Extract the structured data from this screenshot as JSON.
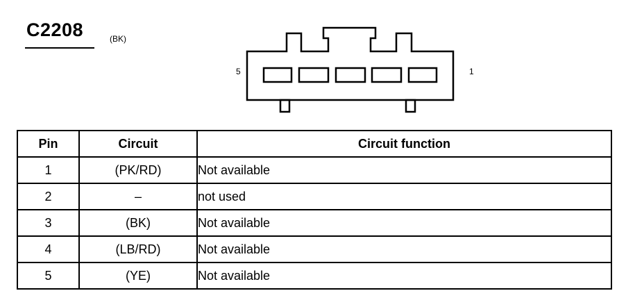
{
  "connector": {
    "id": "C2208",
    "color_code": "(BK)",
    "pin_left": "5",
    "pin_right": "1"
  },
  "table": {
    "headers": {
      "pin": "Pin",
      "circuit": "Circuit",
      "function": "Circuit function"
    },
    "rows": [
      {
        "pin": "1",
        "circuit": "(PK/RD)",
        "function": "Not available"
      },
      {
        "pin": "2",
        "circuit": "–",
        "function": "not used"
      },
      {
        "pin": "3",
        "circuit": "(BK)",
        "function": "Not available"
      },
      {
        "pin": "4",
        "circuit": "(LB/RD)",
        "function": "Not available"
      },
      {
        "pin": "5",
        "circuit": "(YE)",
        "function": "Not available"
      }
    ]
  }
}
